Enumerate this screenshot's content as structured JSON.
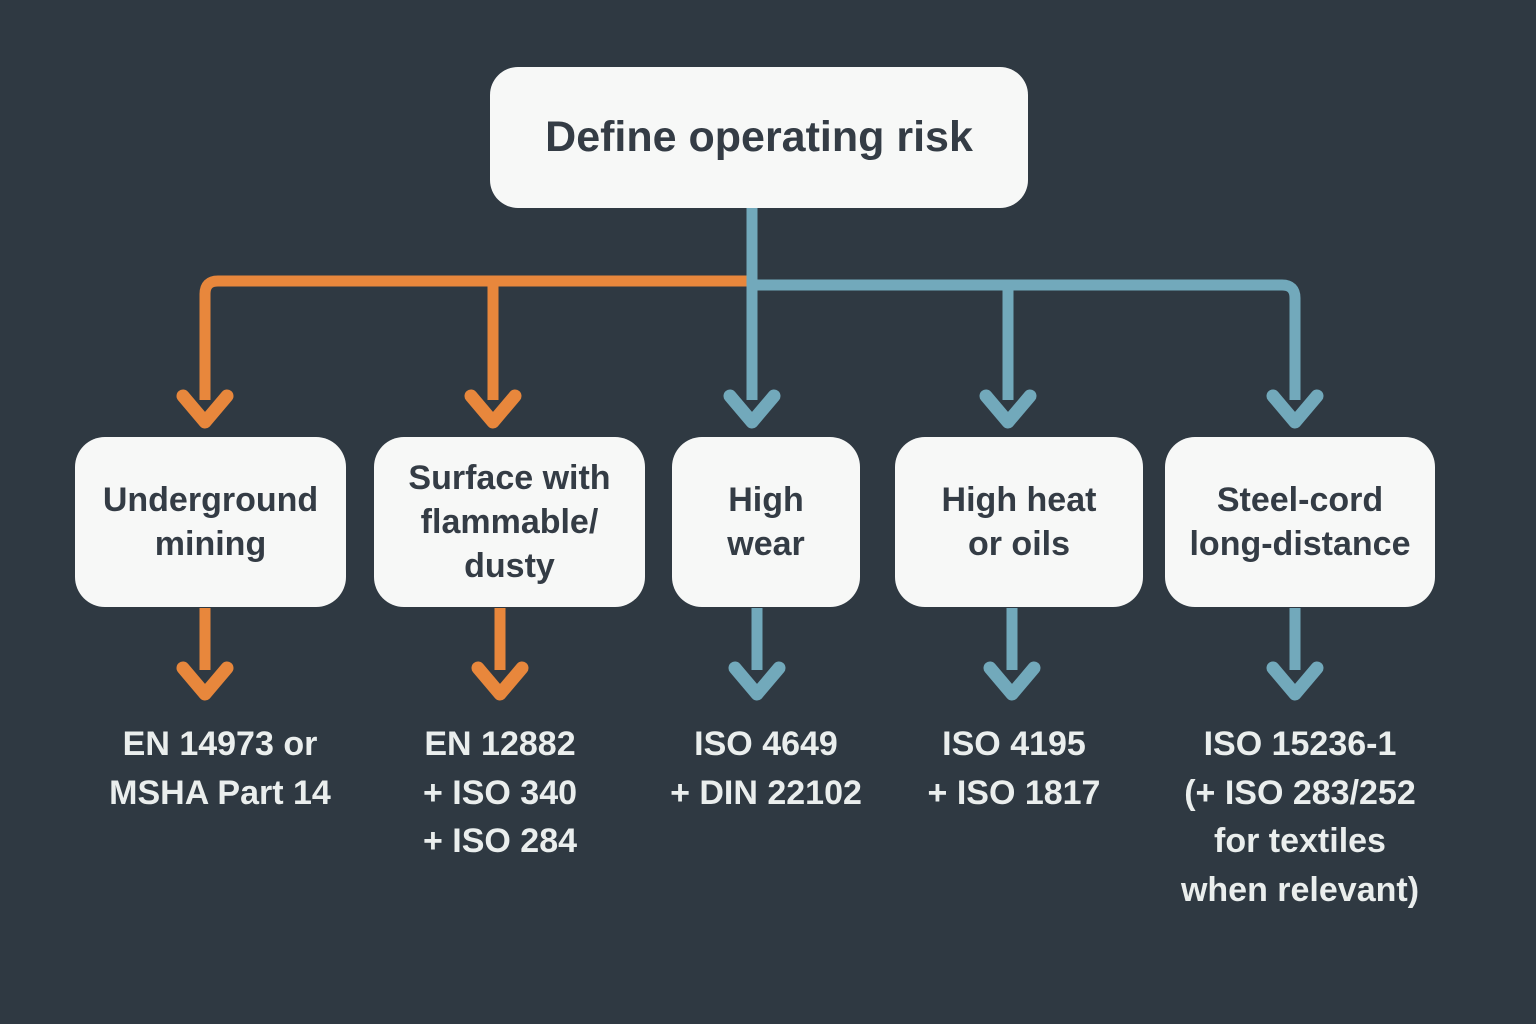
{
  "root": {
    "label": "Define operating risk"
  },
  "colors": {
    "background": "#2F3942",
    "box_fill": "#F7F8F7",
    "box_text": "#343C45",
    "label_text": "#EAEEED",
    "orange": "#E8873C",
    "teal": "#72A9BB"
  },
  "branches": [
    {
      "box_label": "Underground\nmining",
      "standards": "EN 14973 or\nMSHA Part 14",
      "arrow_color": "orange"
    },
    {
      "box_label": "Surface with\nflammable/\ndusty",
      "standards": "EN 12882\n+ ISO 340\n+ ISO 284",
      "arrow_color": "orange"
    },
    {
      "box_label": "High\nwear",
      "standards": "ISO 4649\n+ DIN 22102",
      "arrow_color": "teal"
    },
    {
      "box_label": "High heat\nor oils",
      "standards": "ISO 4195\n+ ISO 1817",
      "arrow_color": "teal"
    },
    {
      "box_label": "Steel-cord\nlong-distance",
      "standards": "ISO 15236-1\n(+ ISO 283/252\nfor textiles\nwhen relevant)",
      "arrow_color": "teal"
    }
  ]
}
